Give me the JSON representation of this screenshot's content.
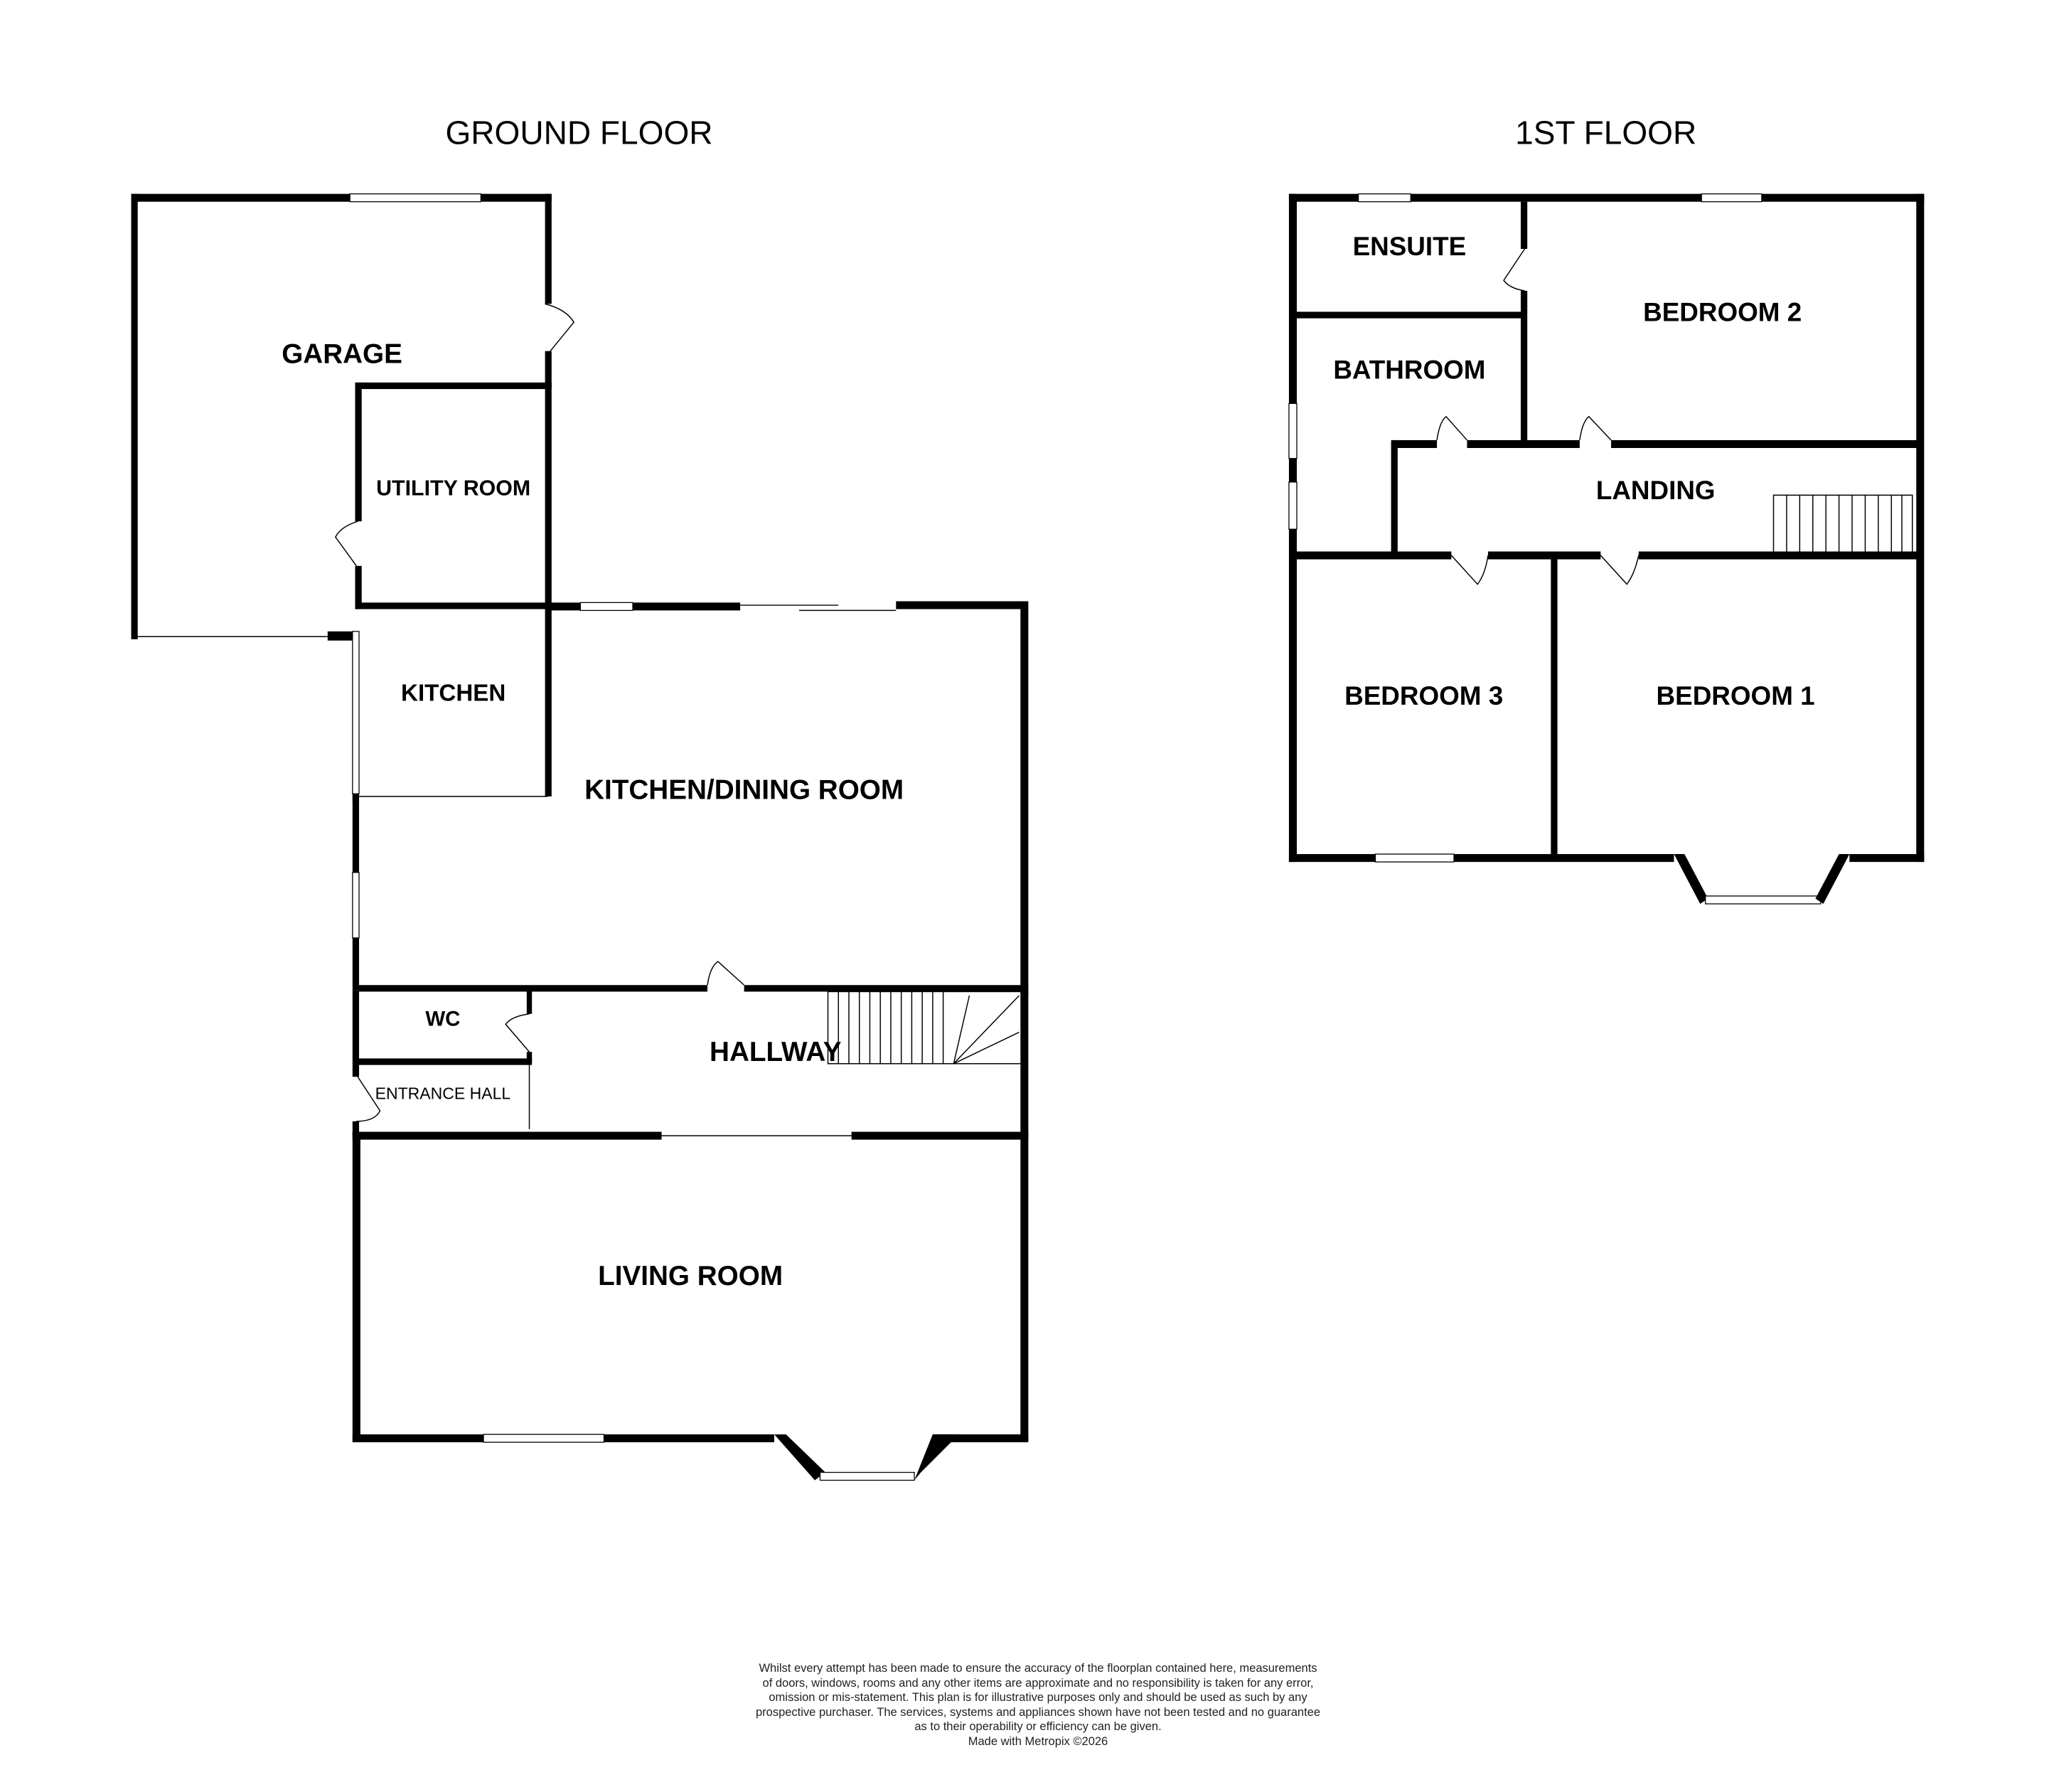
{
  "ground_floor": {
    "title": "GROUND FLOOR",
    "rooms": {
      "garage": "GARAGE",
      "utility": "UTILITY ROOM",
      "kitchen": "KITCHEN",
      "kitchen_dining": "KITCHEN/DINING ROOM",
      "wc": "WC",
      "hallway": "HALLWAY",
      "entrance_hall": "ENTRANCE HALL",
      "living_room": "LIVING ROOM"
    }
  },
  "first_floor": {
    "title": "1ST FLOOR",
    "rooms": {
      "ensuite": "ENSUITE",
      "bedroom2": "BEDROOM 2",
      "bathroom": "BATHROOM",
      "landing": "LANDING",
      "bedroom3": "BEDROOM 3",
      "bedroom1": "BEDROOM 1"
    }
  },
  "disclaimer": {
    "lines": [
      "Whilst every attempt has been made to ensure the accuracy of the floorplan contained here, measurements",
      "of doors, windows, rooms and any other items are approximate and no responsibility is taken for any error,",
      "omission or mis-statement. This plan is for illustrative purposes only and should be used as such by any",
      "prospective purchaser. The services, systems and appliances shown have not been tested and no guarantee",
      "as to their operability or efficiency can be given."
    ],
    "credit": "Made with Metropix ©2026"
  }
}
